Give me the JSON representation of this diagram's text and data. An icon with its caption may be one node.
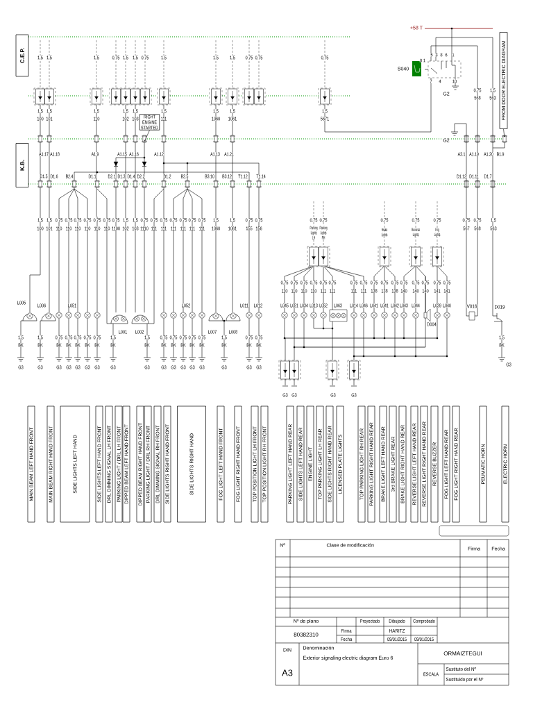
{
  "diagram": {
    "nodes": [
      {
        "text": [
          "C.E.P."
        ]
      },
      {
        "text": [
          "K.B."
        ]
      },
      {
        "text": [
          "RIGHT ENGINE STARTED"
        ]
      },
      {
        "text": [
          "FROM DOOR ELECTRIC DIAGRAM"
        ]
      },
      {
        "text": [
          "MAIN BEAM LEFT HAND FRONT"
        ]
      },
      {
        "text": [
          "MAIN BEAM RIGHT HAND FRONT"
        ]
      },
      {
        "text": [
          "SIDE LIGHTS LEFT HAND"
        ]
      },
      {
        "text": [
          "SIDE LIGHTS LEFT HAND FRONT"
        ]
      },
      {
        "text": [
          "DRL DIMMING SIGNAL LH FRONT"
        ]
      },
      {
        "text": [
          "PARKING LIGHT / DRL LH FRONT"
        ]
      },
      {
        "text": [
          "DIPPED BEAM LEFT HAND FRONT"
        ]
      },
      {
        "text": [
          "DIPPED BEAM RIGHT HAND FRONT"
        ]
      },
      {
        "text": [
          "PARKING LIGHT / DRL RH FRONT"
        ]
      },
      {
        "text": [
          "DRL DIMMING SIGNAL RH FRONT"
        ]
      },
      {
        "text": [
          "SIDE LIGHTS RIGHT HAND FRONT"
        ]
      },
      {
        "text": [
          "SIDE LIGHTS RIGHT HAND"
        ]
      },
      {
        "text": [
          "FOG LIGHT LEFT HAND FRONT"
        ]
      },
      {
        "text": [
          "FOG LIGHT RIGHT HAND FRONT"
        ]
      },
      {
        "text": [
          "TOP POSITION LIGHT LH FRONT"
        ]
      },
      {
        "text": [
          "TOP POSITION LIGHT RH FRONT"
        ]
      },
      {
        "text": [
          "PARKING LIGHT LEFT HAND REAR"
        ]
      },
      {
        "text": [
          "SIDE LIGHTS LEFT HAND REAR"
        ]
      },
      {
        "text": [
          "ENGINE LIGHT"
        ]
      },
      {
        "text": [
          "TOP PARKING LIGHT LH REAR"
        ]
      },
      {
        "text": [
          "SIDE LIGHTS RIGHT HAND REAR"
        ]
      },
      {
        "text": [
          "LICENSED PLATE LIGHTS"
        ]
      },
      {
        "text": [
          "TOP PARKING LIGHT RH REAR"
        ]
      },
      {
        "text": [
          "PARKING LIGHT RIGHT HAND REAR"
        ]
      },
      {
        "text": [
          "BRAKE LIGHT LEFT HAND REAR"
        ]
      },
      {
        "text": [
          "3rd BRAKE LIGHT REAR"
        ]
      },
      {
        "text": [
          "BRAKE LIGHT RIGHT HAND REAR"
        ]
      },
      {
        "text": [
          "REVERSE LIGHT LEFT HAND REAR"
        ]
      },
      {
        "text": [
          "REVERSE LIGHT RIGHT HAND REAR"
        ]
      },
      {
        "text": [
          "REVERSE BUZZER"
        ]
      },
      {
        "text": [
          "FOG LIGHT LEFT HAND REAR"
        ]
      },
      {
        "text": [
          "FOG LIGHT RIGHT HAND REAR"
        ]
      },
      {
        "text": [
          "PEUMATIC HORN"
        ]
      },
      {
        "text": [
          "ELECTRIC HORN"
        ]
      }
    ],
    "edges": [
      {
        "from": 2,
        "to": null,
        "arrow": "to"
      },
      {
        "from": 3,
        "to": null,
        "arrow": "to"
      }
    ],
    "labels": [
      "+58 T",
      "1.5",
      "1.5",
      "1.5",
      "0.75",
      "1.5",
      "1.5",
      "0.75",
      "1.5",
      "1.5",
      "1.5",
      "0.75",
      "0.75",
      "0.75",
      "5",
      "3",
      "8",
      "6",
      "1",
      "0 1",
      "7",
      "4",
      "10",
      "S040",
      "G2",
      "G2",
      "1.5",
      "100",
      "1.5",
      "101",
      "1.5",
      "110",
      "1.5",
      "102",
      "1.5",
      "103",
      "1.5",
      "111",
      "1.5",
      "1060",
      "1.5",
      "1061",
      "1.5",
      "5671",
      "0.75",
      "568",
      "1.5",
      "563",
      "A1.17",
      "A1.18",
      "A1.9",
      "A1.15",
      "A1.16",
      "A1.12",
      "A1.13",
      "A1.21",
      "A3.1",
      "A1.19",
      "A1.20",
      "B1.9",
      "D1.5",
      "D1.6",
      "B2.4",
      "D1.1",
      "D2.1",
      "D1.3",
      "D1.4",
      "D2.2",
      "D1.2",
      "B2.5",
      "B3.10",
      "B3.12",
      "T1.12",
      "T1.14",
      "D1.12",
      "D1.11",
      "D1.7",
      "1.5",
      "100",
      "1.5",
      "101",
      "0.75",
      "110",
      "0.75",
      "110",
      "0.75",
      "110",
      "0.75",
      "110",
      "0.75",
      "110",
      "0.75",
      "110",
      "0.75",
      "1100",
      "1.5",
      "102",
      "1.5",
      "103",
      "0.75",
      "1110",
      "0.75",
      "111",
      "0.75",
      "111",
      "0.75",
      "111",
      "0.75",
      "111",
      "0.75",
      "111",
      "0.75",
      "111",
      "1.5",
      "1060",
      "1.5",
      "1061",
      "0.75",
      "155",
      "0.75",
      "156",
      "0.75",
      "567",
      "0.75",
      "568",
      "1.5",
      "563",
      "0.75",
      "Parking Lights LH",
      "0.75",
      "Parking Lights RH",
      "0.75",
      "Brake Lights",
      "0.75",
      "Reverse Lights",
      "0.75",
      "Fog Lights",
      "0.75",
      "110",
      "0.75",
      "110",
      "0.75",
      "110",
      "0.75",
      "110",
      "0.75",
      "111",
      "0.75",
      "111",
      "0.75",
      "111",
      "0.75",
      "111",
      "0.75",
      "138",
      "0.75",
      "138",
      "0.75",
      "138",
      "0.75",
      "140",
      "0.75",
      "140",
      "0.75",
      "140",
      "0.75",
      "141",
      "0.75",
      "141",
      "L005",
      "L006",
      "L051",
      "L052",
      "L011",
      "L012",
      "L001",
      "L002",
      "L007",
      "L008",
      "L045",
      "L051",
      "L034",
      "L013",
      "L052",
      "L063",
      "L014",
      "L046",
      "L041",
      "L041",
      "L042",
      "L043",
      "L044",
      "L039",
      "L040",
      "D004",
      "V016",
      "D019",
      "1.5",
      "BK",
      "1.5",
      "BK",
      "0.75",
      "BK",
      "0.75",
      "BK",
      "0.75",
      "BK",
      "0.75",
      "BK",
      "0.75",
      "BK",
      "1.5",
      "BK",
      "1.5",
      "BK",
      "0.75",
      "BK",
      "0.75",
      "BK",
      "0.75",
      "BK",
      "0.75",
      "BK",
      "0.75",
      "BK",
      "1.5",
      "BK",
      "0.75",
      "BK",
      "0.75",
      "BK",
      "1.5",
      "BK",
      "G3",
      "G3",
      "G3",
      "G3",
      "G3",
      "G3",
      "G3",
      "G3",
      "G3",
      "G3",
      "G3",
      "G3",
      "G3",
      "G3",
      "G3",
      "G3",
      "G3",
      "G3",
      "G3",
      "G3",
      "G3",
      "G3",
      "Nº",
      "Clase de modificación",
      "Firma",
      "Fecha",
      "Nº de plano",
      "Proyectado",
      "Dibujado",
      "Comprobado",
      "80382310",
      "Firma",
      "HARITZ",
      "Fecha",
      "09/01/2015",
      "09/01/2015",
      "DIN",
      "Denominación",
      "Exterior signaling electric diagram Euro 6",
      "ORMAIZTEGUI",
      "A3",
      "ESCALA",
      "Sustituto del Nº",
      "Sustituido por el Nº"
    ]
  }
}
